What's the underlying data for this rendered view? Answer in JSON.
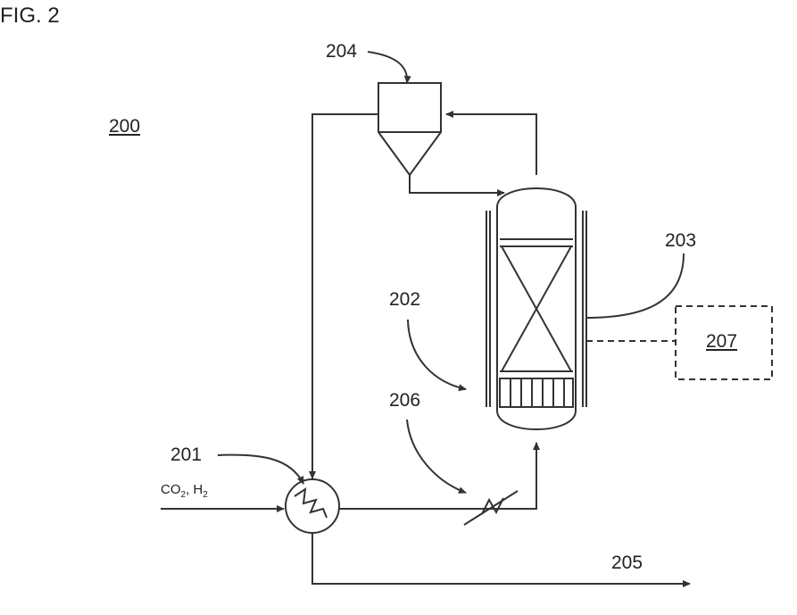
{
  "figure": {
    "title": "FIG. 2",
    "system_ref": "200",
    "feed_label": "CO",
    "feed_label_sub": "2",
    "feed_label_tail": ", H",
    "feed_label_sub2": "2",
    "refs": {
      "heat_exchanger": "201",
      "reactor_bed": "202",
      "cooling_jacket": "203",
      "separator": "204",
      "product_outlet": "205",
      "preheater": "206",
      "control_unit": "207"
    }
  }
}
